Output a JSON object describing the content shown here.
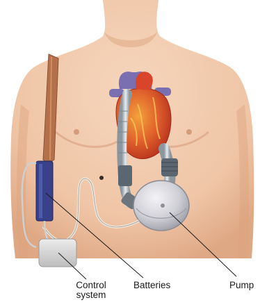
{
  "labels": {
    "control_line1": "Control",
    "control_line2": "system",
    "batteries": "Batteries",
    "pump": "Pump"
  },
  "colors": {
    "skin": "#efc5a6",
    "skin_shadow": "#d9a07a",
    "strap": "#b3704a",
    "heart": "#d8452a",
    "vessel": "#7a6fb0",
    "battery": "#38418a",
    "control_box": "#d6d6d6",
    "pump": "#c9c9cf",
    "tube": "#a9b4bd"
  }
}
